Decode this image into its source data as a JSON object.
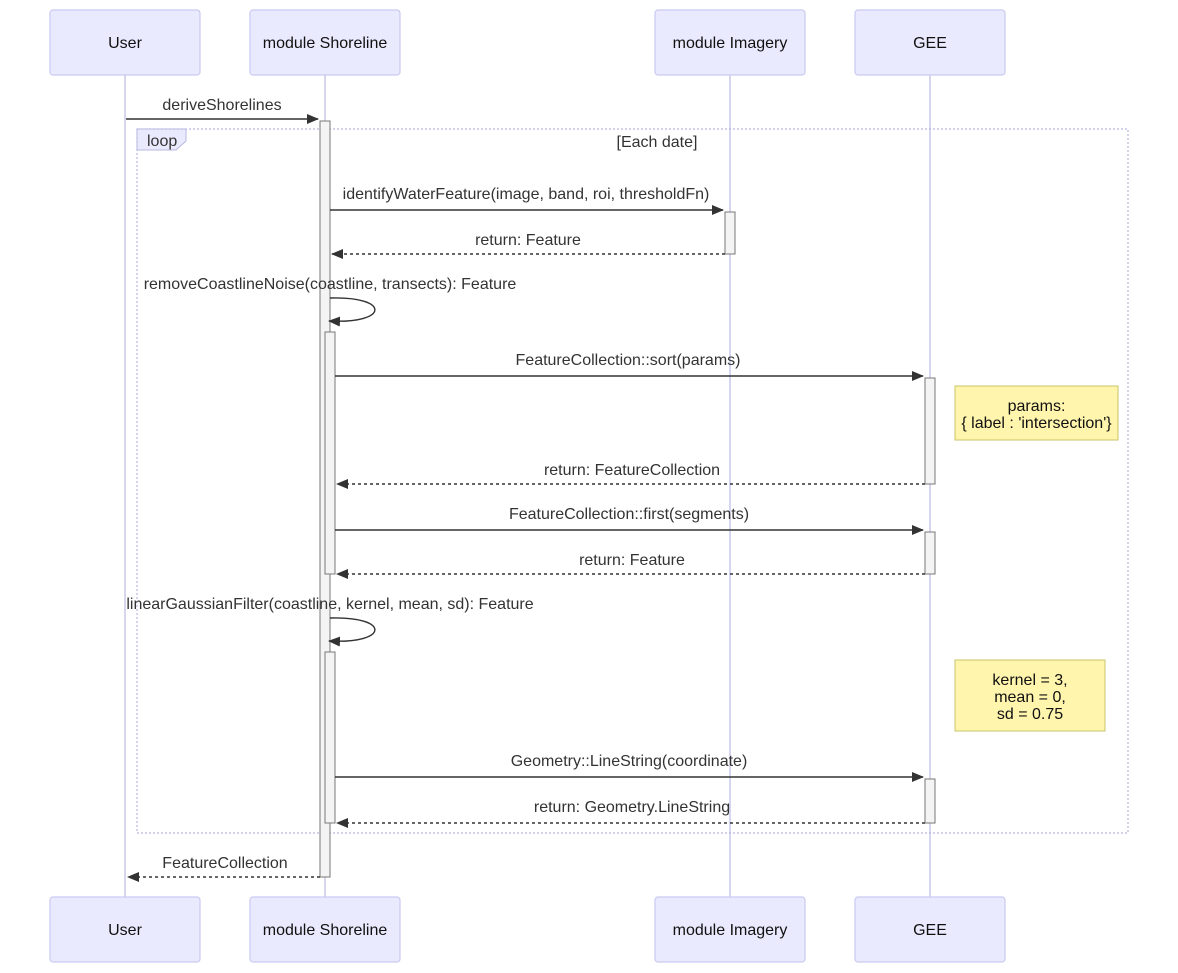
{
  "participants": [
    {
      "id": "user",
      "label": "User"
    },
    {
      "id": "shoreline",
      "label": "module Shoreline"
    },
    {
      "id": "imagery",
      "label": "module Imagery"
    },
    {
      "id": "gee",
      "label": "GEE"
    }
  ],
  "loop": {
    "keyword": "loop",
    "condition": "[Each date]"
  },
  "messages": [
    {
      "id": "m1",
      "label": "deriveShorelines"
    },
    {
      "id": "m2",
      "label": "identifyWaterFeature(image, band, roi, thresholdFn)"
    },
    {
      "id": "m3",
      "label": "return: Feature"
    },
    {
      "id": "m4",
      "label": "removeCoastlineNoise(coastline, transects): Feature"
    },
    {
      "id": "m5",
      "label": "FeatureCollection::sort(params)"
    },
    {
      "id": "m6",
      "label": "return: FeatureCollection"
    },
    {
      "id": "m7",
      "label": "FeatureCollection::first(segments)"
    },
    {
      "id": "m8",
      "label": "return: Feature"
    },
    {
      "id": "m9",
      "label": "linearGaussianFilter(coastline, kernel, mean, sd): Feature"
    },
    {
      "id": "m10",
      "label": "Geometry::LineString(coordinate)"
    },
    {
      "id": "m11",
      "label": "return: Geometry.LineString"
    },
    {
      "id": "m12",
      "label": "FeatureCollection"
    }
  ],
  "notes": [
    {
      "id": "n1",
      "lines": [
        "params:",
        "{ label : 'intersection'}"
      ]
    },
    {
      "id": "n2",
      "lines": [
        "kernel = 3,",
        "mean = 0,",
        "sd = 0.75"
      ]
    }
  ]
}
